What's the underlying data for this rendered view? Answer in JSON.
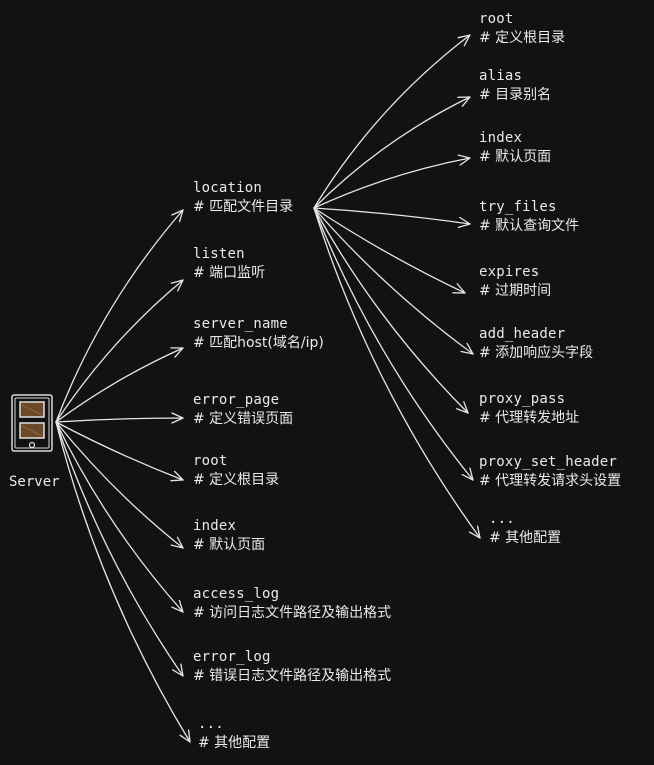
{
  "server": {
    "label": "Server"
  },
  "server_children": [
    {
      "key": "location",
      "comment": "# 匹配文件目录"
    },
    {
      "key": "listen",
      "comment": "# 端口监听"
    },
    {
      "key": "server_name",
      "comment": "# 匹配host(域名/ip)"
    },
    {
      "key": "error_page",
      "comment": "# 定义错误页面"
    },
    {
      "key": "root",
      "comment": "# 定义根目录"
    },
    {
      "key": "index",
      "comment": "# 默认页面"
    },
    {
      "key": "access_log",
      "comment": "# 访问日志文件路径及输出格式"
    },
    {
      "key": "error_log",
      "comment": "# 错误日志文件路径及输出格式"
    },
    {
      "key": "...",
      "comment": "# 其他配置"
    }
  ],
  "location_children": [
    {
      "key": "root",
      "comment": "# 定义根目录"
    },
    {
      "key": "alias",
      "comment": "# 目录别名"
    },
    {
      "key": "index",
      "comment": "# 默认页面"
    },
    {
      "key": "try_files",
      "comment": "# 默认查询文件"
    },
    {
      "key": "expires",
      "comment": "# 过期时间"
    },
    {
      "key": "add_header",
      "comment": "# 添加响应头字段"
    },
    {
      "key": "proxy_pass",
      "comment": "# 代理转发地址"
    },
    {
      "key": "proxy_set_header",
      "comment": "# 代理转发请求头设置"
    },
    {
      "key": "...",
      "comment": "# 其他配置"
    }
  ]
}
